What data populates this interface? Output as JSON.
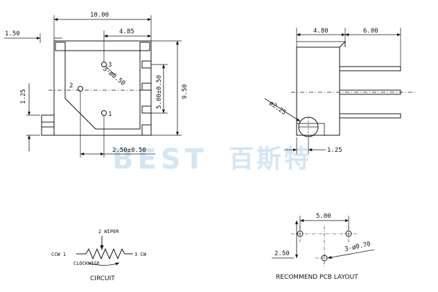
{
  "watermark": {
    "latin": "BEST",
    "chinese": "百斯特",
    "color": "#d4e6f4"
  },
  "front_view": {
    "dims": {
      "overall_width": "10.00",
      "center_offset": "4.85",
      "left_offset": "1.50",
      "side_height": "1.25",
      "overall_height": "9.50",
      "pin_pitch": "5.00±0.50",
      "pin_spacing": "2.50±0.50",
      "pin_holes": "3-ø0.50"
    },
    "pins": [
      "1",
      "2",
      "3"
    ]
  },
  "side_view": {
    "dims": {
      "body_depth": "4.80",
      "lead_length": "6.00",
      "adjust_diameter": "ø2.25",
      "adjust_offset": "1.25"
    }
  },
  "circuit": {
    "caption": "CIRCUIT",
    "pin1": "CCW 1",
    "pin2": "2 WIPER",
    "pin3": "3 CW",
    "direction": "CLOCKWISE"
  },
  "pcb_layout": {
    "caption": "RECOMMEND PCB LAYOUT",
    "dims": {
      "pitch_x": "5.00",
      "pitch_y": "2.50",
      "holes": "3-ø0.70"
    }
  },
  "colors": {
    "line": "#111111",
    "background": "#ffffff"
  }
}
